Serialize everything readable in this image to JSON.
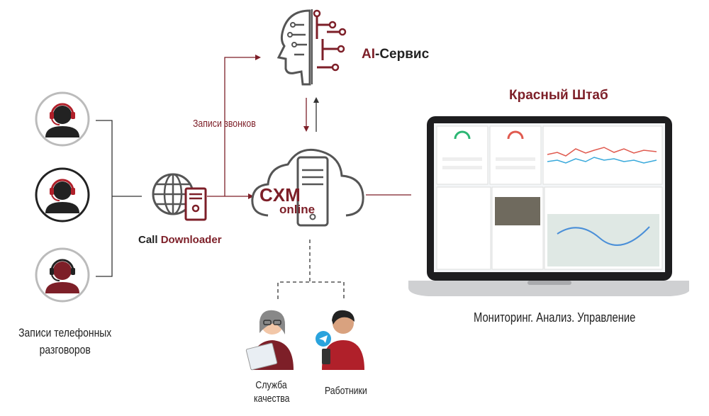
{
  "nodes": {
    "ai_service": {
      "prefix": "AI",
      "suffix": "-Сервис"
    },
    "krasny_shtab": "Красный Штаб",
    "cxm_logo": {
      "main": "CXM",
      "sub": "online"
    },
    "call_downloader": {
      "first": "Call",
      "second": "Downloader"
    },
    "recordings_left": {
      "line1": "Записи телефонных",
      "line2": "разговоров"
    },
    "quality_service": {
      "line1": "Служба",
      "line2": "качества"
    },
    "employees": "Работники",
    "monitoring": "Мониторинг. Анализ. Управление"
  },
  "edges": {
    "call_records": "Записи звонков"
  },
  "colors": {
    "accent": "#7d1f28",
    "line_dark": "#333333",
    "icon_gray": "#555555"
  }
}
